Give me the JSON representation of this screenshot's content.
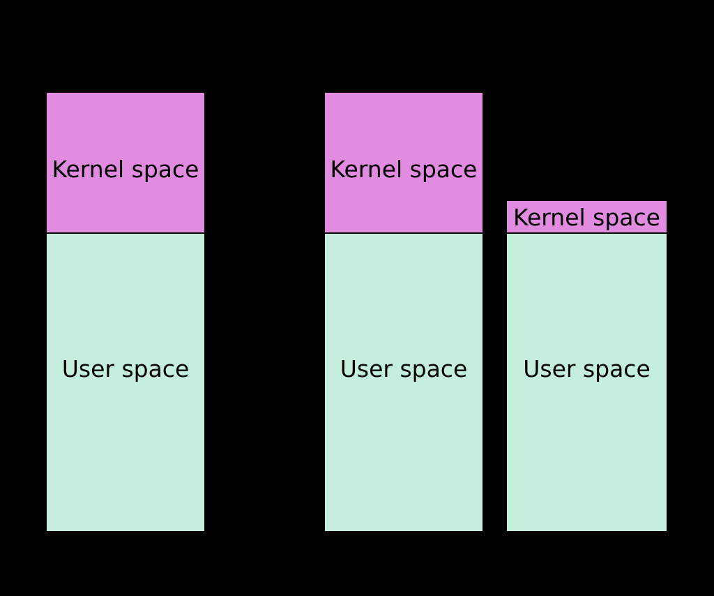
{
  "diagram": {
    "background_color": "#000000",
    "kernel_color": "#E18CE1",
    "user_color": "#C6EEDD",
    "outline_color": "#000000",
    "text_color": "#000000",
    "columns": [
      {
        "kernel_label": "Kernel space",
        "user_label": "User space"
      },
      {
        "kernel_label": "Kernel space",
        "user_label": "User space"
      },
      {
        "kernel_label": "Kernel space",
        "user_label": "User space"
      }
    ]
  }
}
